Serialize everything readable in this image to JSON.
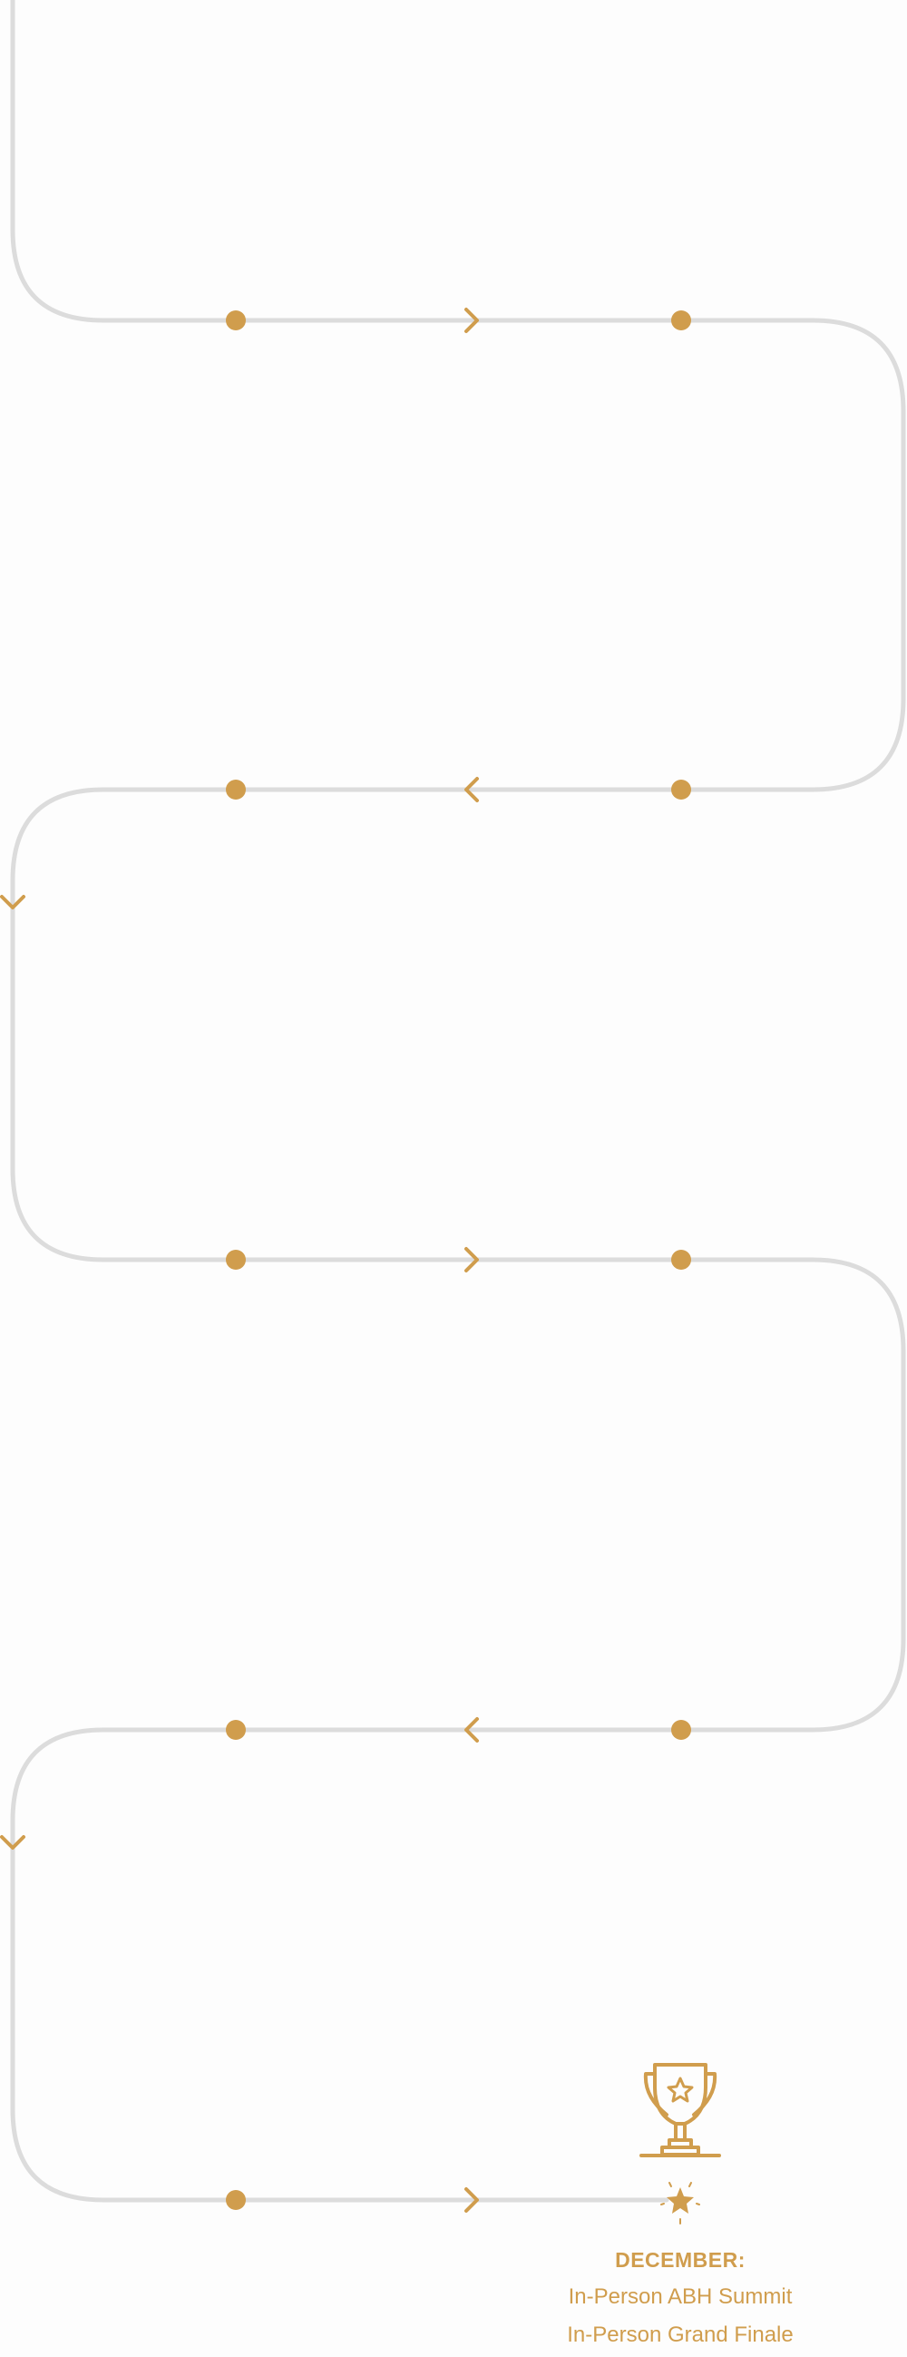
{
  "colors": {
    "track": "#dcdcdc",
    "accent": "#d09d4d"
  },
  "timeline": {
    "rows": 5,
    "direction_pattern": [
      "right",
      "left",
      "right",
      "left",
      "right"
    ],
    "milestones_per_row": 2,
    "final": {
      "icon": "trophy-icon",
      "marker_icon": "sparkle-star-icon",
      "heading": "DECEMBER:",
      "lines": [
        "In-Person ABH Summit",
        "In-Person Grand Finale"
      ]
    }
  }
}
